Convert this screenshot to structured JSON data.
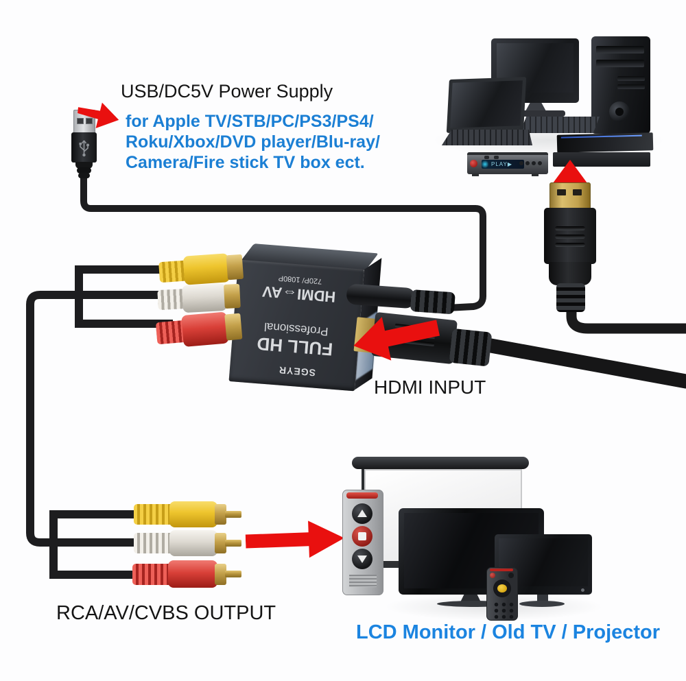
{
  "colors": {
    "accent_red": "#e9100f",
    "info_blue": "#1b7fd4",
    "highlight_blue": "#1b84e0",
    "cable_black": "#1d1d1f",
    "rca_yellow": "#eec52e",
    "rca_white": "#e9e5de",
    "rca_red": "#d94038",
    "gold": "#c9a24a"
  },
  "power_supply": {
    "title": "USB/DC5V Power Supply",
    "devices_line1": "for Apple TV/STB/PC/PS3/PS4/",
    "devices_line2": "Roku/Xbox/DVD player/Blu-ray/",
    "devices_line3": "Camera/Fire stick TV box ect."
  },
  "converter": {
    "resolution_text": "720P/ 1080P",
    "conversion_text": "HDMI⇔AV",
    "professional_text": "Professional",
    "fullhd_text": "FULL HD",
    "brand_text": "SGEYR"
  },
  "connections": {
    "hdmi_input_label": "HDMI INPUT",
    "rca_output_label": "RCA/AV/CVBS OUTPUT"
  },
  "output_devices_label": "LCD Monitor / Old TV / Projector",
  "dvd_display_text": "PLAY▶"
}
